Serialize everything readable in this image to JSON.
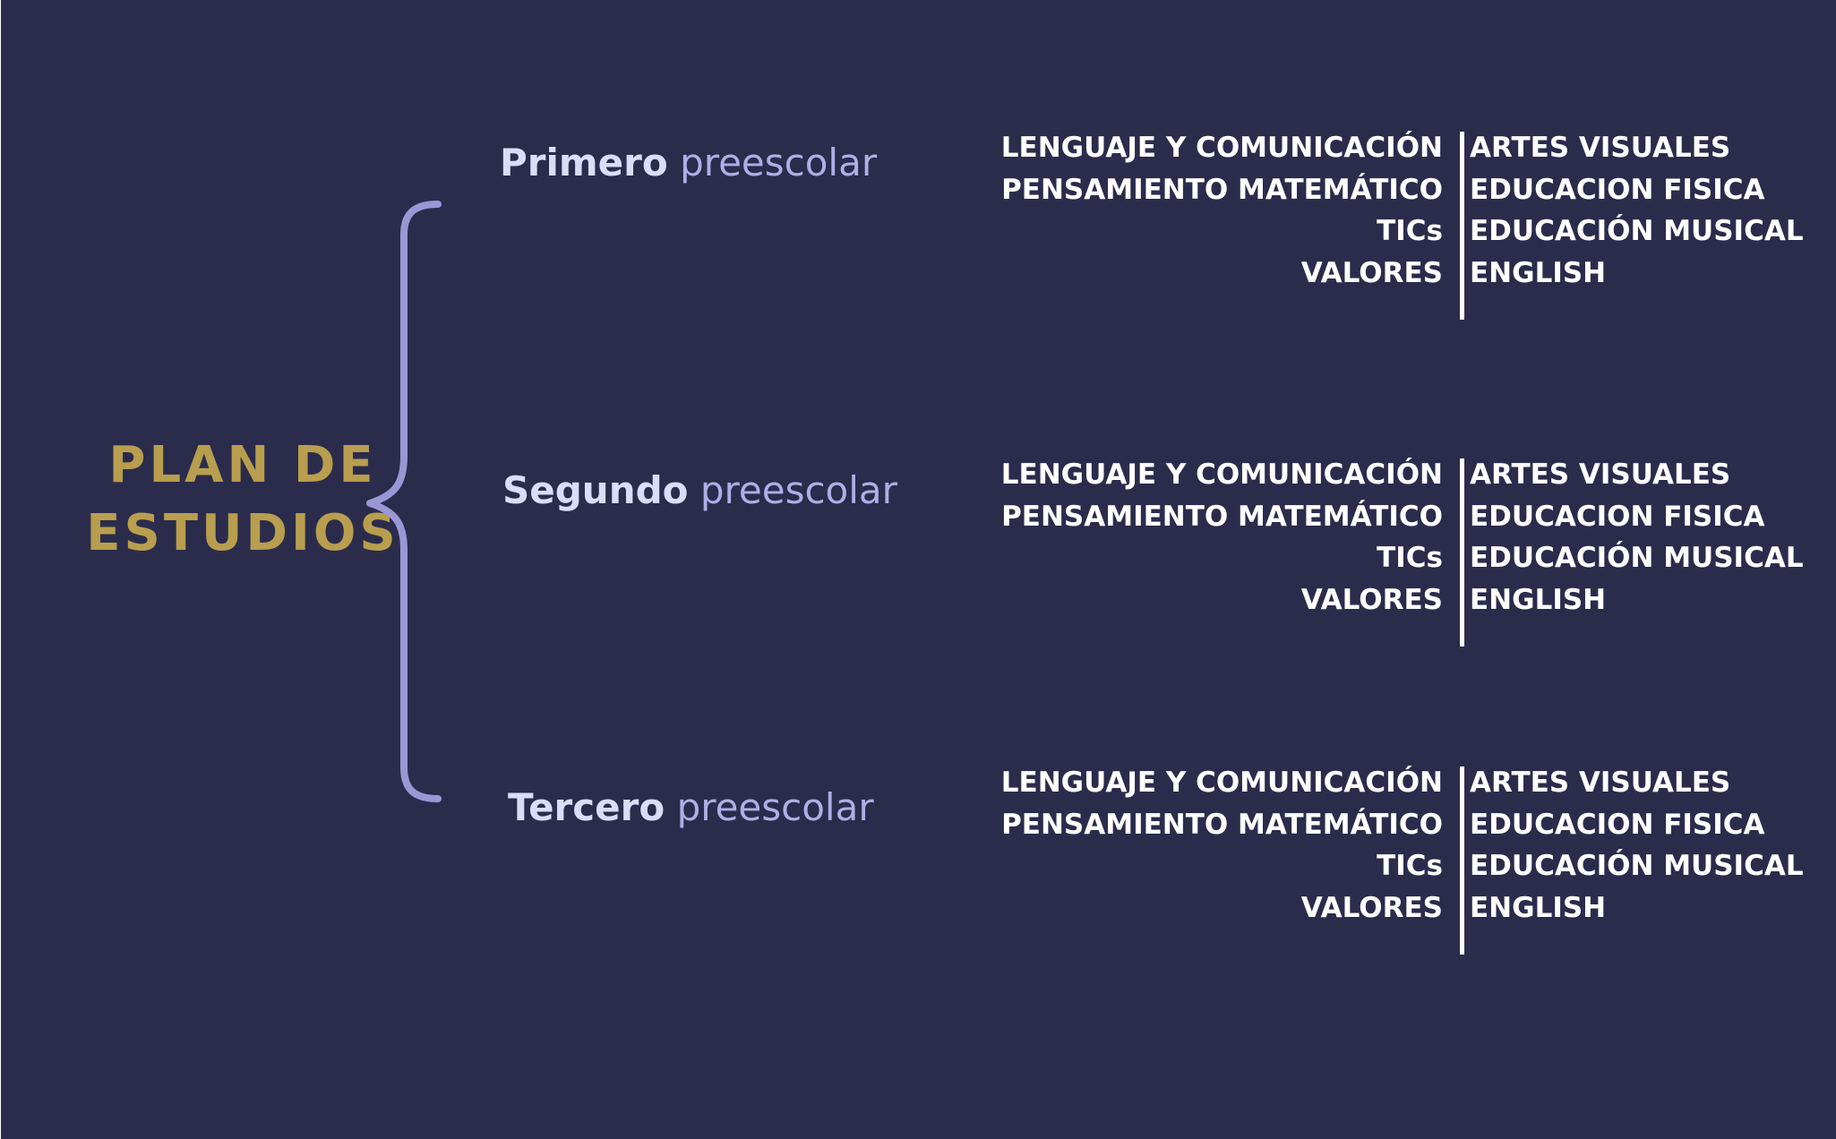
{
  "title": {
    "line1": "PLAN DE",
    "line2": "ESTUDIOS"
  },
  "colors": {
    "background": "#2b2c4c",
    "title": "#b89e4e",
    "brace": "#9a97d6",
    "level_bold": "#dcdcf8",
    "level_light": "#b0aee6",
    "subject_text": "#ffffff"
  },
  "levels": [
    {
      "name": "Primero",
      "suffix": "preescolar",
      "subjects_left": [
        "LENGUAJE Y COMUNICACIÓN",
        "PENSAMIENTO MATEMÁTICO",
        "TICs",
        "VALORES"
      ],
      "subjects_right": [
        "ARTES VISUALES",
        "EDUCACION FISICA",
        "EDUCACIÓN MUSICAL",
        "ENGLISH"
      ]
    },
    {
      "name": "Segundo",
      "suffix": "preescolar",
      "subjects_left": [
        "LENGUAJE Y COMUNICACIÓN",
        "PENSAMIENTO MATEMÁTICO",
        "TICs",
        "VALORES"
      ],
      "subjects_right": [
        "ARTES VISUALES",
        "EDUCACION FISICA",
        "EDUCACIÓN MUSICAL",
        "ENGLISH"
      ]
    },
    {
      "name": "Tercero",
      "suffix": "preescolar",
      "subjects_left": [
        "LENGUAJE Y COMUNICACIÓN",
        "PENSAMIENTO MATEMÁTICO",
        "TICs",
        "VALORES"
      ],
      "subjects_right": [
        "ARTES VISUALES",
        "EDUCACION FISICA",
        "EDUCACIÓN MUSICAL",
        "ENGLISH"
      ]
    }
  ]
}
